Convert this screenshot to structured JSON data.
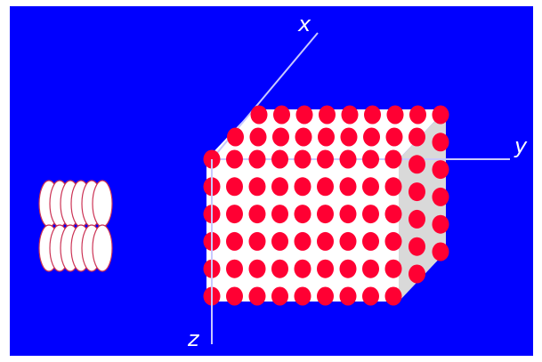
{
  "diagram": {
    "background_color": "#0000ff",
    "dot_color": "#ff0033",
    "cube_face_color": "#ffffff",
    "cube_side_color": "#d9d9d9",
    "axis_color": "#c8c8ff",
    "axes": {
      "x": "x",
      "y": "y",
      "z": "z"
    },
    "cube_lattice": {
      "rows": 6,
      "front_columns": 9,
      "depth_layers": 3
    },
    "disk_stack": {
      "rows": 2,
      "disks_per_row": 6,
      "disk_fill": "#ffffff",
      "disk_outline": "#cc3355"
    }
  }
}
